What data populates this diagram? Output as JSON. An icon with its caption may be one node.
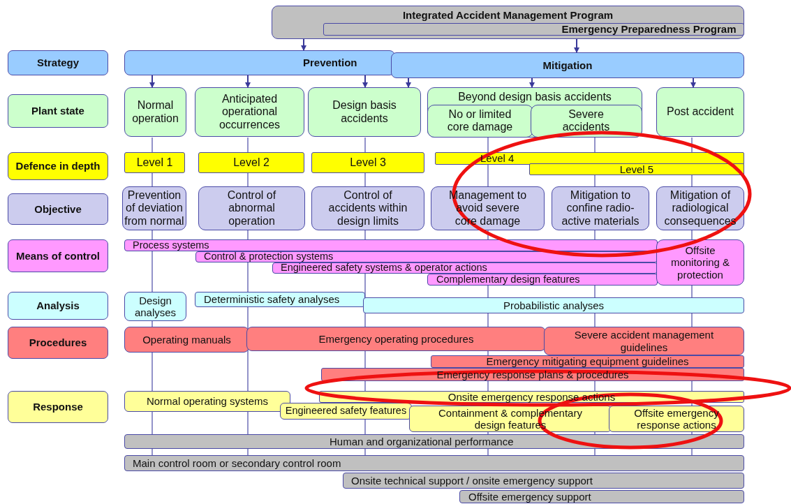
{
  "diagram": {
    "nodes": [
      {
        "text": [
          "Integrated Accident Management Program"
        ]
      },
      {
        "text": [
          "Emergency Preparedness Program"
        ],
        "in": 0
      },
      {
        "text": [
          "Strategy"
        ]
      },
      {
        "text": [
          "Prevention"
        ]
      },
      {
        "text": [
          "Mitigation"
        ]
      },
      {
        "text": [
          "Plant state"
        ]
      },
      {
        "text": [
          "Normal operation"
        ]
      },
      {
        "text": [
          "Anticipated operational occurrences"
        ]
      },
      {
        "text": [
          "Design basis accidents"
        ]
      },
      {
        "text": [
          "Beyond design basis accidents"
        ]
      },
      {
        "text": [
          "No or limited core damage"
        ],
        "in": 9
      },
      {
        "text": [
          "Severe accidents"
        ],
        "in": 9
      },
      {
        "text": [
          "Post accident"
        ]
      },
      {
        "text": [
          "Defence in depth"
        ]
      },
      {
        "text": [
          "Level 1"
        ]
      },
      {
        "text": [
          "Level 2"
        ]
      },
      {
        "text": [
          "Level 3"
        ]
      },
      {
        "text": [
          "Level 4"
        ]
      },
      {
        "text": [
          "Level 5"
        ]
      },
      {
        "text": [
          "Objective"
        ]
      },
      {
        "text": [
          "Prevention of deviation from normal"
        ]
      },
      {
        "text": [
          "Control of abnormal operation"
        ]
      },
      {
        "text": [
          "Control of accidents within design limits"
        ]
      },
      {
        "text": [
          "Management to avoid severe core damage"
        ]
      },
      {
        "text": [
          "Mitigation to confine radio-active materials"
        ]
      },
      {
        "text": [
          "Mitigation of radiological consequences"
        ]
      },
      {
        "text": [
          "Means of control"
        ]
      },
      {
        "text": [
          "Process systems"
        ]
      },
      {
        "text": [
          "Control & protection systems"
        ]
      },
      {
        "text": [
          "Engineered safety systems & operator actions"
        ]
      },
      {
        "text": [
          "Complementary design features"
        ]
      },
      {
        "text": [
          "Offsite monitoring & protection"
        ]
      },
      {
        "text": [
          "Analysis"
        ]
      },
      {
        "text": [
          "Design analyses"
        ]
      },
      {
        "text": [
          "Deterministic safety analyses"
        ]
      },
      {
        "text": [
          "Probabilistic analyses"
        ]
      },
      {
        "text": [
          "Procedures"
        ]
      },
      {
        "text": [
          "Operating manuals"
        ]
      },
      {
        "text": [
          "Emergency operating procedures"
        ]
      },
      {
        "text": [
          "Severe accident management guidelines"
        ]
      },
      {
        "text": [
          "Emergency mitigating equipment guidelines"
        ]
      },
      {
        "text": [
          "Emergency response plans & procedures"
        ]
      },
      {
        "text": [
          "Response"
        ]
      },
      {
        "text": [
          "Normal operating systems"
        ]
      },
      {
        "text": [
          "Onsite emergency response actions"
        ]
      },
      {
        "text": [
          "Engineered safety features"
        ]
      },
      {
        "text": [
          "Containment & complementary design features"
        ]
      },
      {
        "text": [
          "Offsite emergency response actions"
        ]
      },
      {
        "text": [
          "Human and organizational performance"
        ]
      },
      {
        "text": [
          "Main control room or secondary control room"
        ]
      },
      {
        "text": [
          "Onsite technical support / onsite emergency support"
        ]
      },
      {
        "text": [
          "Offsite emergency support"
        ]
      }
    ],
    "edges": [
      {
        "from": 0,
        "to": 3,
        "arrow": "to"
      },
      {
        "from": 0,
        "to": 4,
        "arrow": "to"
      },
      {
        "from": 3,
        "to": 6,
        "arrow": "to"
      },
      {
        "from": 3,
        "to": 7,
        "arrow": "to"
      },
      {
        "from": 3,
        "to": 8,
        "arrow": "to"
      },
      {
        "from": 4,
        "to": 8,
        "arrow": "to"
      },
      {
        "from": 4,
        "to": 9,
        "arrow": "to"
      },
      {
        "from": 4,
        "to": 12,
        "arrow": "to"
      }
    ]
  }
}
